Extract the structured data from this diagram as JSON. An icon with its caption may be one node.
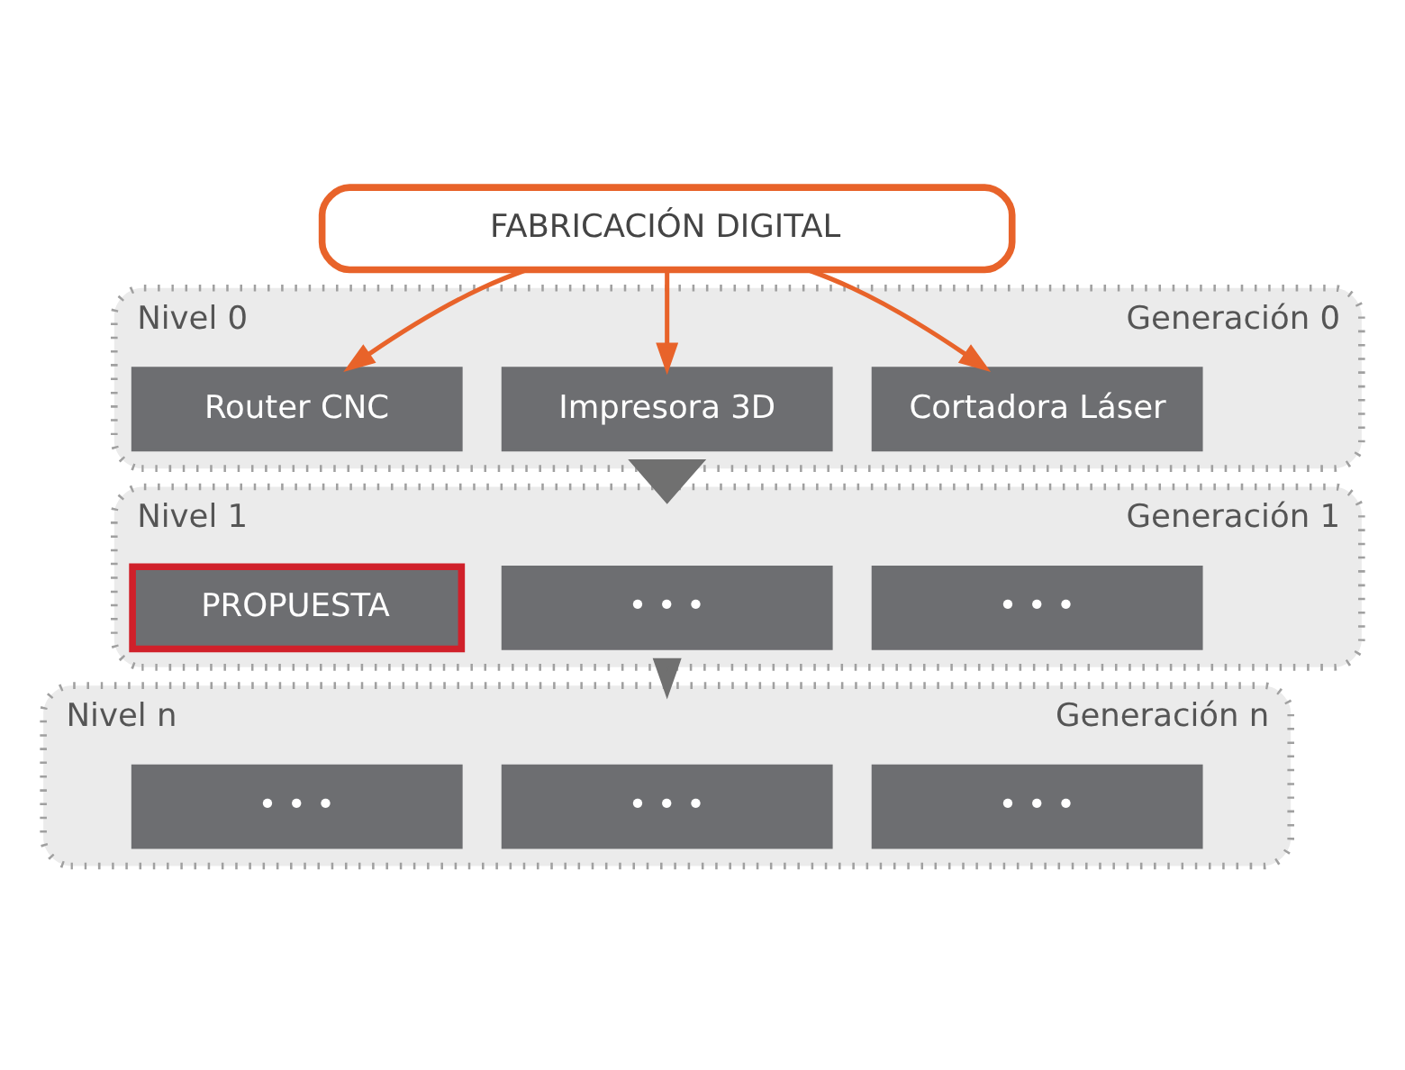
{
  "diagram": {
    "nodes": [
      {
        "text": [
          "FABRICACIÓN DIGITAL"
        ]
      },
      {
        "text": [
          "Nivel 0",
          "Generación 0"
        ]
      },
      {
        "text": [
          "Router CNC"
        ],
        "in": 1
      },
      {
        "text": [
          "Impresora 3D"
        ],
        "in": 1
      },
      {
        "text": [
          "Cortadora Láser"
        ],
        "in": 1
      },
      {
        "text": [
          "Nivel 1",
          "Generación 1"
        ]
      },
      {
        "text": [
          "PROPUESTA"
        ],
        "in": 5
      },
      {
        "text": [
          "• • •"
        ],
        "in": 5
      },
      {
        "text": [
          "• • •"
        ],
        "in": 5
      },
      {
        "text": [
          "Nivel n",
          "Generación n"
        ]
      },
      {
        "text": [
          "• • •"
        ],
        "in": 9
      },
      {
        "text": [
          "• • •"
        ],
        "in": 9
      },
      {
        "text": [
          "• • •"
        ],
        "in": 9
      }
    ],
    "edges": [
      {
        "from": 0,
        "to": 2,
        "arrow": "to"
      },
      {
        "from": 0,
        "to": 3,
        "arrow": "to"
      },
      {
        "from": 0,
        "to": 4,
        "arrow": "to"
      },
      {
        "from": 1,
        "to": 5,
        "arrow": "to",
        "style": "thick",
        "color": "#707070"
      },
      {
        "from": 5,
        "to": 9,
        "arrow": "to",
        "style": "dashed",
        "color": "#707070"
      }
    ]
  }
}
